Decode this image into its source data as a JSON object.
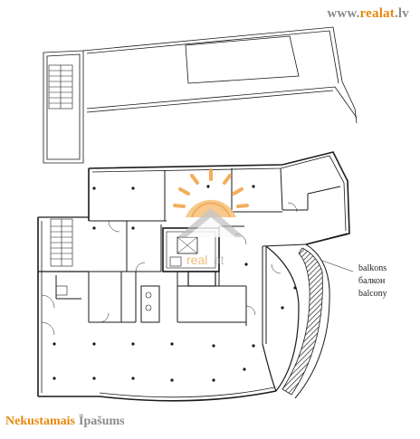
{
  "header": {
    "url_prefix": "www.",
    "url_brand": "realat",
    "url_suffix": ".lv"
  },
  "legend": {
    "lv": "balkons",
    "ru": "балкон",
    "en": "balcony"
  },
  "footer": {
    "word1": "Nekustamais",
    "word2": "Īpašums"
  },
  "watermark": {
    "text_part1": "real",
    "text_part2": "at"
  },
  "colors": {
    "brand_orange": "#e8880e",
    "brand_gray": "#8a8a8a",
    "plan_line": "#1a1a1a"
  }
}
